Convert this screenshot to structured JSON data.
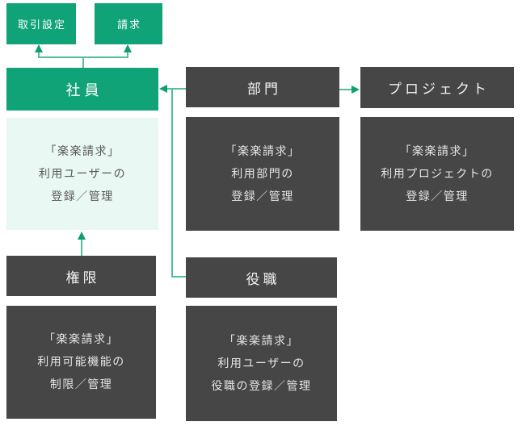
{
  "diagram": {
    "product_name": "楽楽請求",
    "colors": {
      "node_green": "#10a377",
      "node_dark": "#464646",
      "desc_light_green": "#e9f8f2",
      "connector_line": "#53bf99",
      "arrowhead": "#0d9e6e",
      "background": "#ffffff"
    },
    "nodes": {
      "transaction_settings": {
        "label": "取引設定"
      },
      "billing": {
        "label": "請求"
      },
      "employee": {
        "label": "社員",
        "desc": [
          "「楽楽請求」",
          "利用ユーザーの",
          "登録／管理"
        ]
      },
      "department": {
        "label": "部門",
        "desc": [
          "「楽楽請求」",
          "利用部門の",
          "登録／管理"
        ]
      },
      "project": {
        "label": "プロジェクト",
        "desc": [
          "「楽楽請求」",
          "利用プロジェクトの",
          "登録／管理"
        ]
      },
      "permission": {
        "label": "権限",
        "desc": [
          "「楽楽請求」",
          "利用可能機能の",
          "制限／管理"
        ]
      },
      "position": {
        "label": "役職",
        "desc": [
          "「楽楽請求」",
          "利用ユーザーの",
          "役職の登録／管理"
        ]
      }
    },
    "connections": [
      {
        "from": "employee",
        "to": "transaction_settings",
        "arrow": true
      },
      {
        "from": "employee",
        "to": "billing",
        "arrow": true
      },
      {
        "from": "department",
        "to": "employee",
        "arrow": true
      },
      {
        "from": "department",
        "to": "project",
        "arrow": true
      },
      {
        "from": "position",
        "to": "employee",
        "arrow": true
      },
      {
        "from": "permission",
        "to": "employee_desc",
        "arrow": true
      }
    ]
  }
}
